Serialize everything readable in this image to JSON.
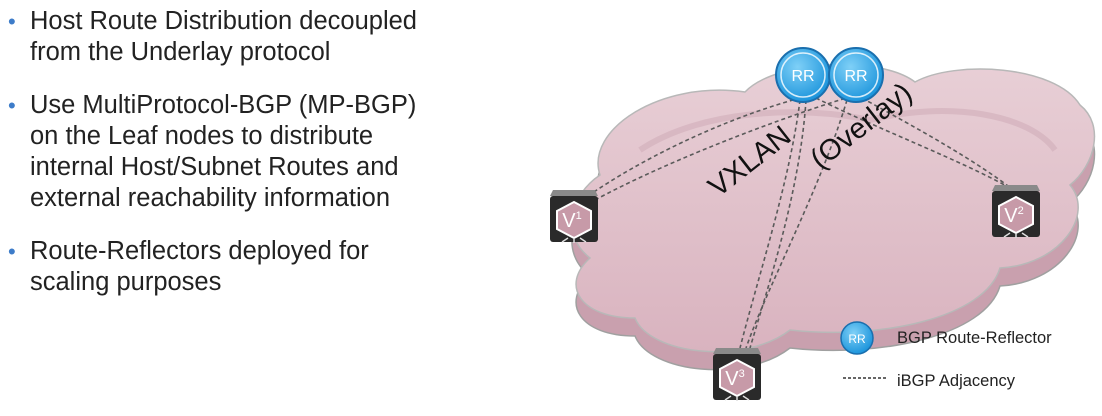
{
  "bullets": [
    {
      "lines": [
        "Host Route Distribution decoupled",
        "from the Underlay protocol"
      ]
    },
    {
      "lines": [
        "Use MultiProtocol-BGP (MP-BGP)",
        "on the Leaf nodes to distribute",
        "internal Host/Subnet Routes and",
        "external reachability information"
      ]
    },
    {
      "lines": [
        "Route-Reflectors deployed for",
        "scaling purposes"
      ]
    }
  ],
  "bullet_symbol": "•",
  "diagram": {
    "overlay_label_1": "VXLAN",
    "overlay_label_2": "(Overlay)",
    "route_reflectors": [
      {
        "label": "RR"
      },
      {
        "label": "RR"
      }
    ],
    "vteps": [
      {
        "label": "V",
        "sup": "1"
      },
      {
        "label": "V",
        "sup": "2"
      },
      {
        "label": "V",
        "sup": "3"
      }
    ],
    "legend": {
      "rr_icon_label": "RR",
      "rr_text": "BGP Route-Reflector",
      "ibgp_text": "iBGP Adjacency"
    },
    "colors": {
      "cloud_fill": "#e3c6cf",
      "cloud_stroke": "#a0a0a0",
      "rr_fill": "#2fa7e8",
      "rr_stroke": "#1a6fae",
      "vtep_body": "#2a2a2a",
      "vtep_hex": "#c79aa8"
    }
  }
}
